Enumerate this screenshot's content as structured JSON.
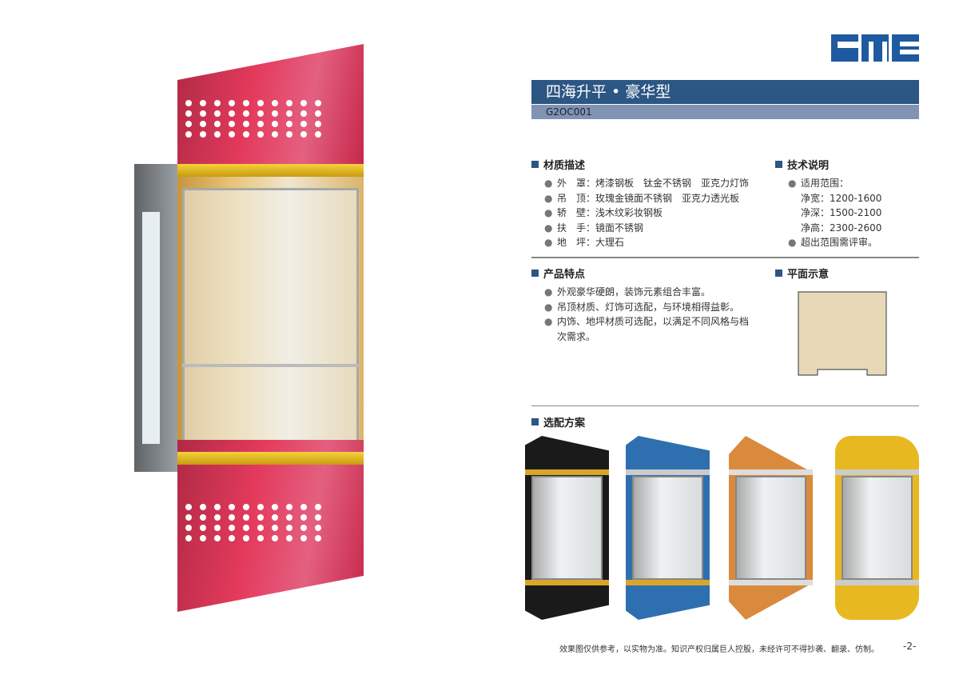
{
  "brand": {
    "logo_text": "GME",
    "color": "#1e5aa0"
  },
  "header": {
    "title": "四海升平 • 豪华型",
    "code": "G2OC001"
  },
  "materials": {
    "heading": "材质描述",
    "items": [
      "外　罩：烤漆钢板　钛金不锈钢　亚克力灯饰",
      "吊　顶：玫瑰金镜面不锈钢　亚克力透光板",
      "轿　壁：浅木纹彩妆钢板",
      "扶　手：镜面不锈钢",
      "地　坪：大理石"
    ]
  },
  "tech": {
    "heading": "技术说明",
    "range_label": "适用范围：",
    "specs": [
      "净宽：1200-1600",
      "净深：1500-2100",
      "净高：2300-2600"
    ],
    "note": "超出范围需评审。"
  },
  "features": {
    "heading": "产品特点",
    "items": [
      "外观豪华硬朗，装饰元素组合丰富。",
      "吊顶材质、灯饰可选配，与环境相得益彰。",
      "内饰、地坪材质可选配，以满足不同风格与档次需求。"
    ]
  },
  "plan": {
    "heading": "平面示意",
    "fill": "#e7d8b8"
  },
  "options": {
    "heading": "选配方案",
    "variants": [
      {
        "color": "#1a1a1a"
      },
      {
        "color": "#2e6fb0"
      },
      {
        "color": "#d98a3c"
      },
      {
        "color": "#e8b820"
      }
    ]
  },
  "footer": {
    "disclaimer": "效果图仅供参考，以实物为准。知识产权归属巨人控股，未经许可不得抄袭、翻录、仿制。",
    "page": "-2-"
  }
}
